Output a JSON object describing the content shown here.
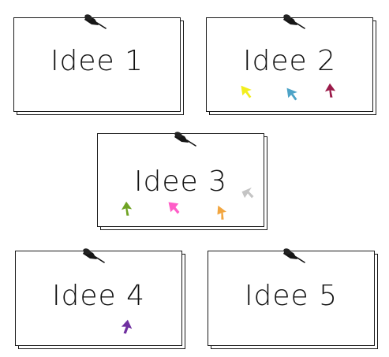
{
  "cards": [
    {
      "label": "Idee 1",
      "cursors": []
    },
    {
      "label": "Idee 2",
      "cursors": [
        {
          "icon": "cursor-arrow-icon",
          "color": "#f2ee1c"
        },
        {
          "icon": "cursor-arrow-icon",
          "color": "#4da3c7"
        },
        {
          "icon": "cursor-arrow-icon",
          "color": "#9b1b4a"
        }
      ]
    },
    {
      "label": "Idee 3",
      "cursors": [
        {
          "icon": "cursor-arrow-icon",
          "color": "#6fa323"
        },
        {
          "icon": "cursor-arrow-icon",
          "color": "#ff5ec8"
        },
        {
          "icon": "cursor-arrow-icon",
          "color": "#f2a640"
        },
        {
          "icon": "cursor-arrow-icon",
          "color": "#c4c4c4"
        }
      ]
    },
    {
      "label": "Idee 4",
      "cursors": [
        {
          "icon": "cursor-arrow-icon",
          "color": "#7030a0"
        }
      ]
    },
    {
      "label": "Idee 5",
      "cursors": []
    }
  ],
  "pin_icon": "pushpin-icon"
}
